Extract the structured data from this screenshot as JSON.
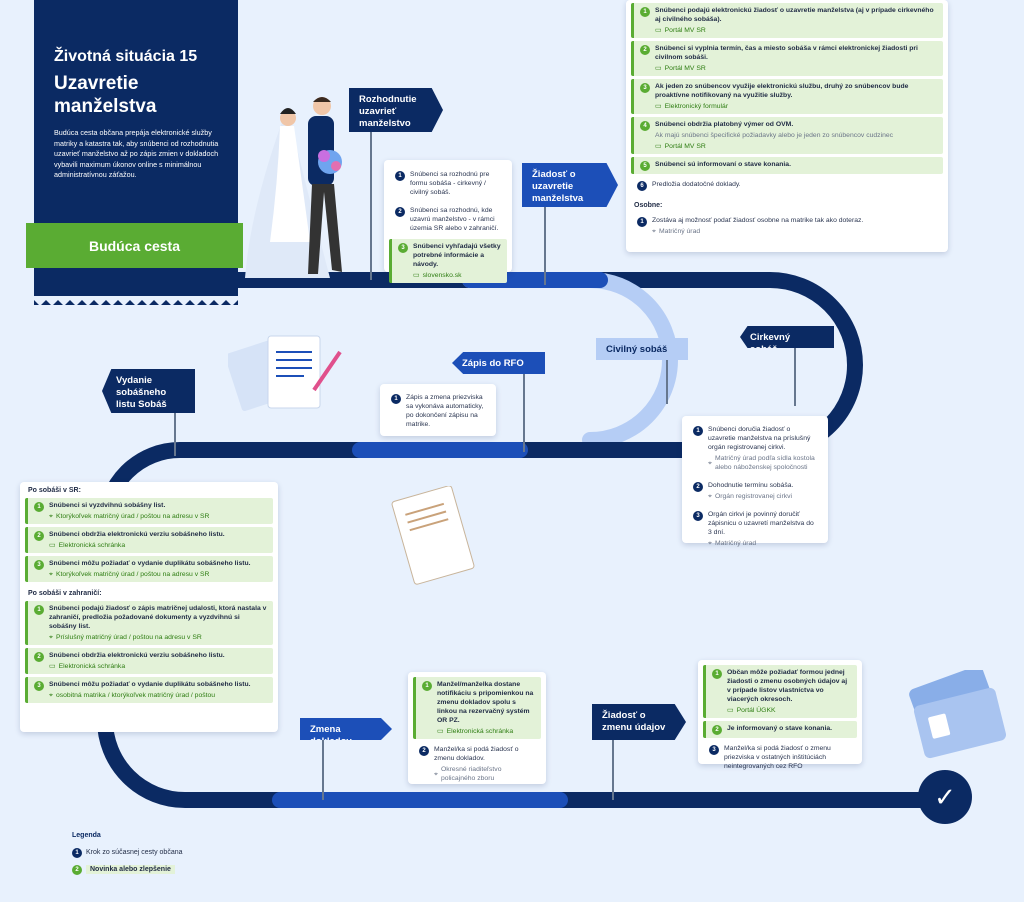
{
  "header": {
    "situation": "Životná situácia 15",
    "title": "Uzavretie manželstva",
    "description": "Budúca cesta občana prepája elektronické služby matriky a katastra tak, aby snúbenci od rozhodnutia uzavrieť manželstvo až po zápis zmien v dokladoch vybavili maximum úkonov online s minimálnou administratívnou záťažou.",
    "future_label": "Budúca cesta"
  },
  "flags": {
    "decision": "Rozhodnutie uzavrieť manželstvo",
    "application": "Žiadosť o uzavretie manželstva",
    "civil": "Civilný sobáš",
    "church": "Cirkevný sobáš",
    "rfo": "Zápis do RFO",
    "certificate": "Vydanie sobášneho listu Sobáš",
    "doc_change": "Zmena dokladov",
    "data_change": "Žiadosť o zmenu údajov"
  },
  "card_decision": {
    "items": [
      {
        "n": "1",
        "text": "Snúbenci sa rozhodnú pre formu sobáša - cirkevný / civilný sobáš."
      },
      {
        "n": "2",
        "text": "Snúbenci sa rozhodnú, kde uzavrú manželstvo - v rámci územia SR alebo v zahraničí."
      },
      {
        "n": "3",
        "text": "Snúbenci vyhľadajú všetky potrebné informácie a návody.",
        "sub": "slovensko.sk"
      }
    ]
  },
  "card_application": {
    "items": [
      {
        "n": "1",
        "text": "Snúbenci podajú elektronickú žiadosť o uzavretie manželstva (aj v prípade cirkevného aj civilného sobáša).",
        "sub": "Portál MV SR"
      },
      {
        "n": "2",
        "text": "Snúbenci si vyplnia termín, čas a miesto sobáša v rámci elektronickej žiadosti pri civilnom sobáši.",
        "sub": "Portál MV SR"
      },
      {
        "n": "3",
        "text": "Ak jeden zo snúbencov využije elektronickú službu, druhý zo snúbencov bude proaktívne notifikovaný na využitie služby.",
        "sub": "Elektronický formulár"
      },
      {
        "n": "4",
        "text": "Snúbenci obdržia platobný výmer od OVM.",
        "note": "Ak majú snúbenci špecifické požiadavky alebo je jeden zo snúbencov cudzinec",
        "sub": "Portál MV SR"
      },
      {
        "n": "5",
        "text": "Snúbenci sú informovaní o stave konania."
      },
      {
        "n": "6",
        "text": "Predložia dodatočné doklady."
      }
    ],
    "personal_title": "Osobne:",
    "personal": {
      "n": "1",
      "text": "Zostáva aj možnosť podať žiadosť osobne na matrike tak ako doteraz.",
      "sub": "Matričný úrad"
    }
  },
  "card_rfo": {
    "n": "1",
    "text": "Zápis a zmena priezviska sa vykonáva automaticky, po dokončení zápisu na matrike."
  },
  "card_church": {
    "items": [
      {
        "n": "1",
        "text": "Snúbenci doručia žiadosť o uzavretie manželstva na príslušný orgán registrovanej cirkvi.",
        "sub": "Matričný úrad podľa sídla kostola alebo náboženskej spoločnosti"
      },
      {
        "n": "2",
        "text": "Dohodnutie termínu sobáša.",
        "sub": "Orgán registrovanej cirkvi"
      },
      {
        "n": "3",
        "text": "Orgán cirkvi je povinný doručiť zápisnicu o uzavretí manželstva do 3 dní.",
        "sub": "Matričný úrad"
      }
    ]
  },
  "card_certificate": {
    "sr_title": "Po sobáši v SR:",
    "sr": [
      {
        "n": "1",
        "text": "Snúbenci si vyzdvihnú sobášny list.",
        "sub": "Ktorýkoľvek matričný úrad / poštou na adresu v SR",
        "icon": "pin"
      },
      {
        "n": "2",
        "text": "Snúbenci obdržia elektronickú verziu sobášneho listu.",
        "sub": "Elektronická schránka",
        "icon": "pc"
      },
      {
        "n": "3",
        "text": "Snúbenci môžu požiadať o vydanie duplikátu sobášneho listu.",
        "sub": "Ktorýkoľvek matričný úrad / poštou na adresu v SR",
        "icon": "pin"
      }
    ],
    "abroad_title": "Po sobáši v zahraničí:",
    "abroad": [
      {
        "n": "1",
        "text": "Snúbenci podajú žiadosť o zápis matričnej udalosti, ktorá nastala v zahraničí, predložia požadované dokumenty a vyzdvihnú si sobášny list.",
        "sub": "Príslušný matričný úrad / poštou na adresu v SR",
        "icon": "pin"
      },
      {
        "n": "2",
        "text": "Snúbenci obdržia elektronickú verziu sobášneho listu.",
        "sub": "Elektronická schránka",
        "icon": "pc"
      },
      {
        "n": "3",
        "text": "Snúbenci môžu požiadať o vydanie duplikátu sobášneho listu.",
        "sub": "osobitná matrika / ktorýkoľvek matričný úrad / poštou",
        "icon": "pin"
      }
    ]
  },
  "card_docs": {
    "items": [
      {
        "n": "1",
        "text": "Manžel/manželka dostane notifikáciu s pripomienkou na zmenu dokladov spolu s linkou na rezervačný systém OR PZ.",
        "sub": "Elektronická schránka",
        "green": true
      },
      {
        "n": "2",
        "text": "Manžel/ka si podá žiadosť o zmenu dokladov.",
        "sub": "Okresné riaditeľstvo policajného zboru",
        "green": false
      }
    ]
  },
  "card_data": {
    "items": [
      {
        "n": "1",
        "text": "Občan môže požiadať formou jednej žiadosti o zmenu osobných údajov aj v prípade listov vlastníctva vo viacerých okresoch.",
        "sub": "Portál ÚGKK",
        "green": true
      },
      {
        "n": "2",
        "text": "Je informovaný o stave konania.",
        "green": true
      },
      {
        "n": "3",
        "text": "Manžel/ka si podá žiadosť o zmenu priezviska v ostatných inštitúciách neintegrovaných cez RFO",
        "green": false
      }
    ]
  },
  "legend": {
    "title": "Legenda",
    "current": {
      "n": "1",
      "text": "Krok zo súčasnej cesty občana"
    },
    "new": {
      "n": "2",
      "text": "Novinka alebo zlepšenie"
    }
  },
  "colors": {
    "navy": "#0b2a63",
    "green": "#5aac33",
    "blue": "#1c4fb8",
    "light": "#b5cdf5"
  }
}
